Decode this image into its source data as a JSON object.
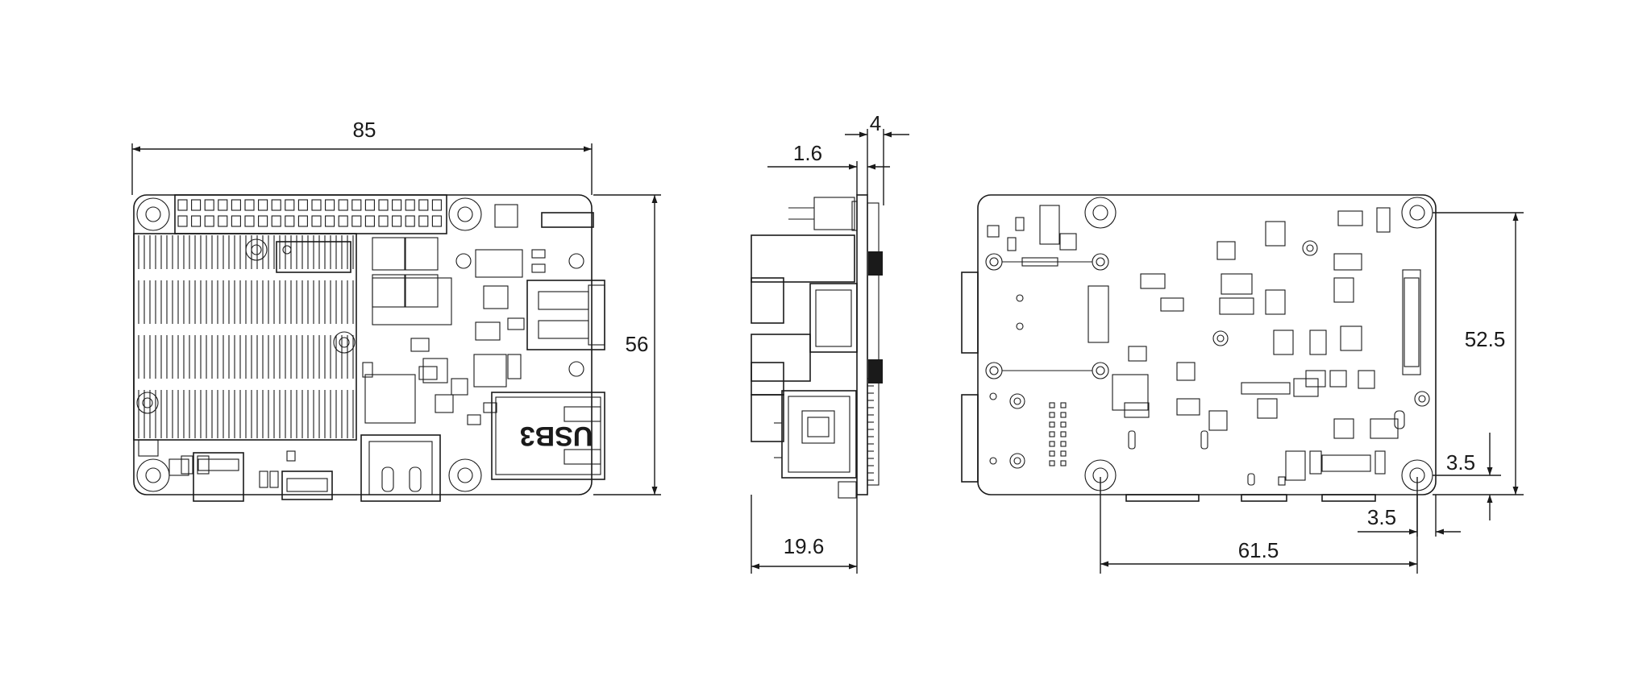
{
  "dimensions": {
    "top_width": "85",
    "top_height": "56",
    "side_pcb_thickness": "1.6",
    "side_component_height": "4",
    "side_total_depth": "19.6",
    "hole_span_vertical": "52.5",
    "hole_span_horizontal": "61.5",
    "hole_offset_vertical": "3.5",
    "hole_offset_horizontal": "3.5"
  },
  "board_markings": {
    "usb_logo": "USB3"
  }
}
